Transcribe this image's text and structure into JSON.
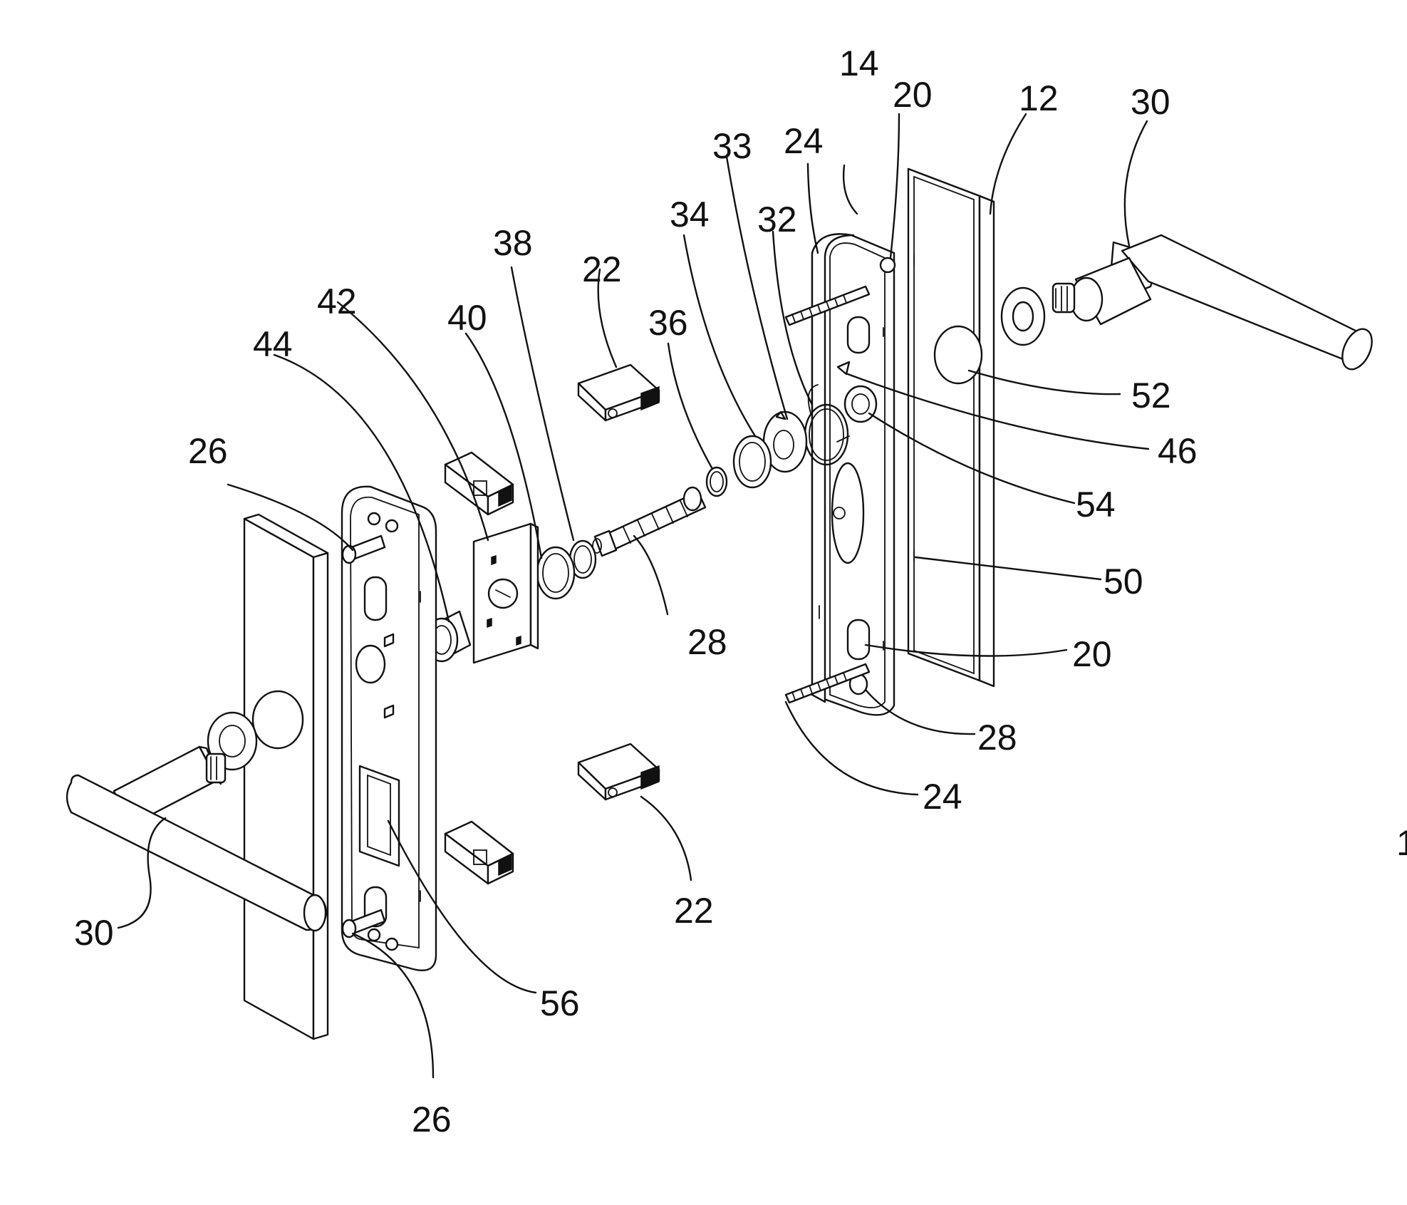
{
  "figure": {
    "labels": [
      {
        "id": "ref-14-top",
        "text": "14"
      },
      {
        "id": "ref-20-top",
        "text": "20"
      },
      {
        "id": "ref-12",
        "text": "12"
      },
      {
        "id": "ref-30-right",
        "text": "30"
      },
      {
        "id": "ref-24-top",
        "text": "24"
      },
      {
        "id": "ref-33",
        "text": "33"
      },
      {
        "id": "ref-34",
        "text": "34"
      },
      {
        "id": "ref-32",
        "text": "32"
      },
      {
        "id": "ref-38",
        "text": "38"
      },
      {
        "id": "ref-22-top",
        "text": "22"
      },
      {
        "id": "ref-42",
        "text": "42"
      },
      {
        "id": "ref-40",
        "text": "40"
      },
      {
        "id": "ref-36",
        "text": "36"
      },
      {
        "id": "ref-44",
        "text": "44"
      },
      {
        "id": "ref-52",
        "text": "52"
      },
      {
        "id": "ref-46",
        "text": "46"
      },
      {
        "id": "ref-26-top",
        "text": "26"
      },
      {
        "id": "ref-54",
        "text": "54"
      },
      {
        "id": "ref-50",
        "text": "50"
      },
      {
        "id": "ref-28-mid",
        "text": "28"
      },
      {
        "id": "ref-20-bottom",
        "text": "20"
      },
      {
        "id": "ref-28-right",
        "text": "28"
      },
      {
        "id": "ref-24-bottom",
        "text": "24"
      },
      {
        "id": "ref-22-bottom",
        "text": "22"
      },
      {
        "id": "ref-30-left",
        "text": "30"
      },
      {
        "id": "ref-56",
        "text": "56"
      },
      {
        "id": "ref-26-bottom",
        "text": "26"
      },
      {
        "id": "ref-edge",
        "text": "1"
      }
    ]
  }
}
